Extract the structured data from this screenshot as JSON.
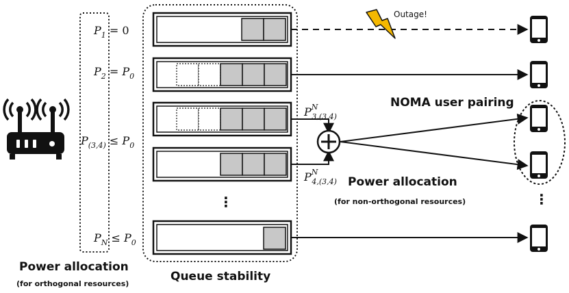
{
  "labels": {
    "p1": {
      "base": "P",
      "sub": "1",
      "rest": " = 0"
    },
    "p2": {
      "base": "P",
      "sub": "2",
      "rest": " = P",
      "sub2": "0"
    },
    "p34": {
      "base": "P",
      "sub": "(3,4)",
      "rest": " ≤ P",
      "sub2": "0"
    },
    "pn": {
      "base": "P",
      "sub": "N",
      "rest": " ≤ P",
      "sub2": "0"
    },
    "p3n": {
      "base": "P",
      "sup": "N",
      "sub": "3,(3,4)"
    },
    "p4n": {
      "base": "P",
      "sup": "N",
      "sub": "4,(3,4)"
    }
  },
  "text": {
    "outage": "Outage!",
    "noma_pairing": "NOMA user pairing",
    "power_alloc_noma": "Power allocation",
    "power_alloc_noma_sub": "(for non-orthogonal resources)",
    "power_alloc_orth": "Power allocation",
    "power_alloc_orth_sub": "(for orthogonal resources)",
    "queue_stability": "Queue stability",
    "vdots": "⋮"
  },
  "colors": {
    "packet_fill": "#c8c8c8",
    "stroke": "#111111"
  }
}
